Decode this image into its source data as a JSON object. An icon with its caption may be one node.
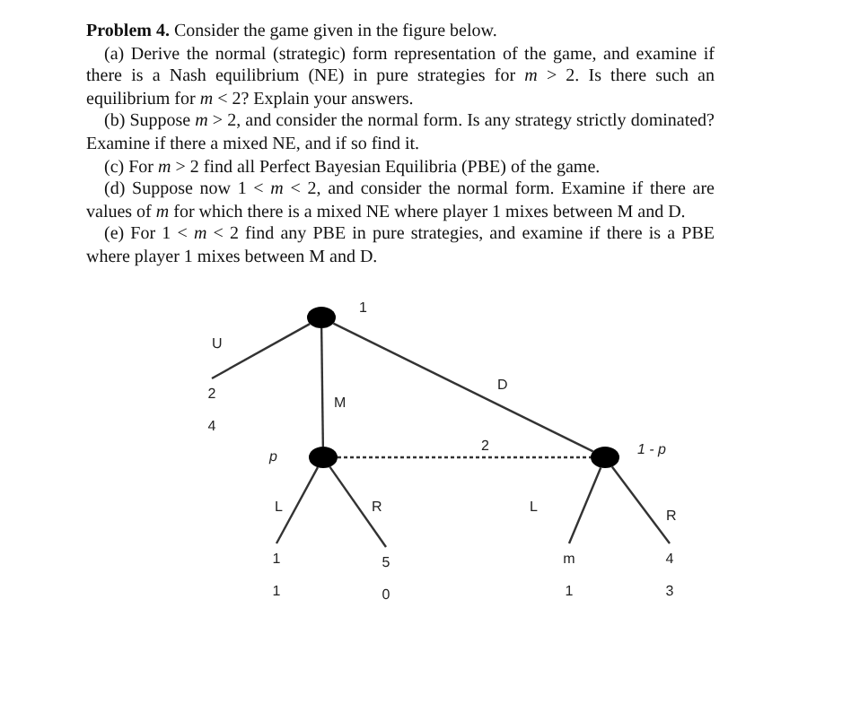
{
  "diagram": {
    "nodes": [
      {
        "text": [],
        "shape": "circle",
        "beside": [
          "1"
        ]
      },
      {
        "text": [
          "2",
          "4"
        ]
      },
      {
        "text": [],
        "shape": "circle",
        "beside": [
          "p"
        ]
      },
      {
        "text": [],
        "shape": "circle",
        "beside": [
          "1 - p"
        ]
      },
      {
        "text": [
          "1",
          "1"
        ]
      },
      {
        "text": [
          "5",
          "0"
        ]
      },
      {
        "text": [
          "m",
          "1"
        ]
      },
      {
        "text": [
          "4",
          "3"
        ]
      }
    ],
    "edges": [
      {
        "from": 0,
        "to": 1,
        "arrow": "none",
        "label": "U"
      },
      {
        "from": 0,
        "to": 2,
        "arrow": "none",
        "label": "M"
      },
      {
        "from": 0,
        "to": 3,
        "arrow": "none",
        "label": "D"
      },
      {
        "from": 2,
        "to": 3,
        "arrow": "none",
        "label": "2",
        "style": "dashed"
      },
      {
        "from": 2,
        "to": 4,
        "arrow": "none",
        "label": "L"
      },
      {
        "from": 2,
        "to": 5,
        "arrow": "none",
        "label": "R"
      },
      {
        "from": 3,
        "to": 6,
        "arrow": "none",
        "label": "L"
      },
      {
        "from": 3,
        "to": 7,
        "arrow": "none",
        "label": "R"
      }
    ],
    "labels": [
      "**Problem 4.** Consider the game given in the figure below.",
      "(a) Derive the normal (strategic) form representation of the game, and examine if there is a Nash equilibrium (NE) in pure strategies for *m* > 2. Is there such an equilibrium for *m* < 2? Explain your answers.",
      "(b) Suppose *m* > 2, and consider the normal form. Is any strategy strictly dominated? Examine if there a mixed NE, and if so find it.",
      "(c) For *m* > 2 find all Perfect Bayesian Equilibria (PBE) of the game.",
      "(d) Suppose now 1 < *m* < 2, and consider the normal form. Examine if there are values of *m* for which there is a mixed NE where player 1 mixes between M and D.",
      "(e) For 1 < *m* < 2 find any PBE in pure strategies, and examine if there is a PBE where player 1 mixes between M and D."
    ]
  }
}
